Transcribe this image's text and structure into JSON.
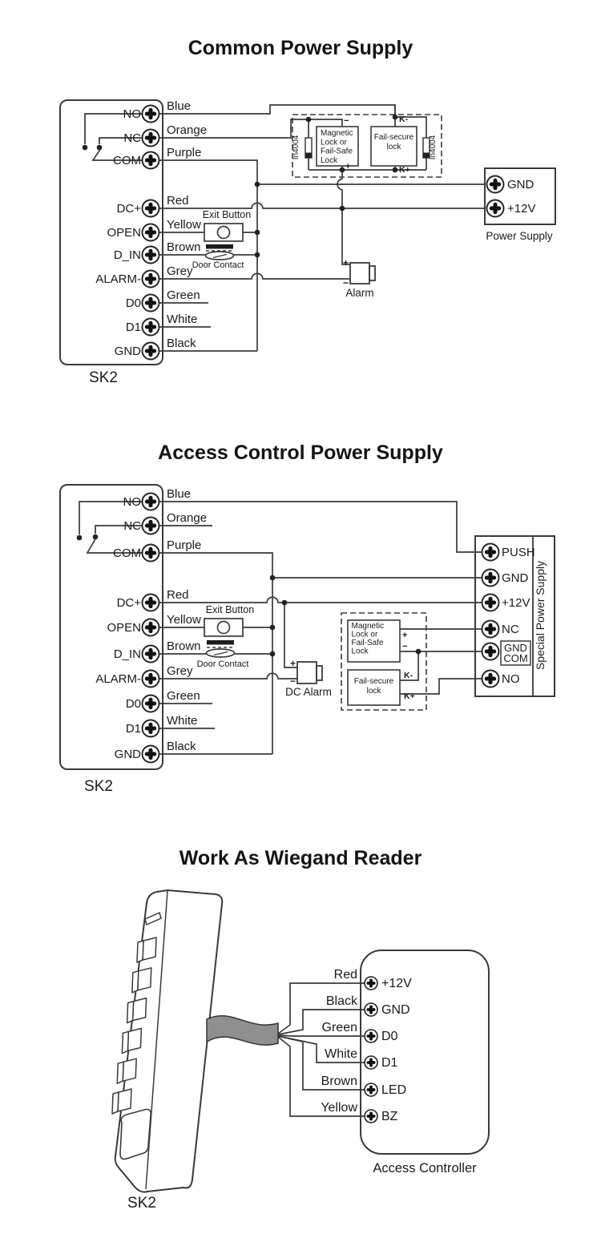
{
  "colors": {
    "line": "#3a3a3a",
    "text": "#1a1a1a",
    "dot": "#222222",
    "cable": "#8f8f8f"
  },
  "sections": {
    "s1": {
      "title": "Common Power Supply",
      "device": "SK2",
      "terminals": [
        {
          "pin": "NO",
          "wire": "Blue"
        },
        {
          "pin": "NC",
          "wire": "Orange"
        },
        {
          "pin": "COM",
          "wire": "Purple"
        },
        {
          "pin": "DC+",
          "wire": "Red"
        },
        {
          "pin": "OPEN",
          "wire": "Yellow"
        },
        {
          "pin": "D_IN",
          "wire": "Brown"
        },
        {
          "pin": "ALARM-",
          "wire": "Grey"
        },
        {
          "pin": "D0",
          "wire": "Green"
        },
        {
          "pin": "D1",
          "wire": "White"
        },
        {
          "pin": "GND",
          "wire": "Black"
        }
      ],
      "exit_button": "Exit Button",
      "door_contact": "Door Contact",
      "magnetic_lock": [
        "Magnetic",
        "Lock or",
        "Fail-Safe",
        "Lock"
      ],
      "fail_secure": [
        "Fail-secure",
        "lock"
      ],
      "diode": "In4004",
      "marks": {
        "minus": "−",
        "plus": "+",
        "k_minus": "K-",
        "k_plus": "K+"
      },
      "alarm": {
        "label": "Alarm",
        "plus": "+",
        "minus": "−"
      },
      "power_supply": {
        "label": "Power Supply",
        "pins": [
          "GND",
          "+12V"
        ]
      }
    },
    "s2": {
      "title": "Access Control Power Supply",
      "device": "SK2",
      "terminals": [
        {
          "pin": "NO",
          "wire": "Blue"
        },
        {
          "pin": "NC",
          "wire": "Orange"
        },
        {
          "pin": "COM",
          "wire": "Purple"
        },
        {
          "pin": "DC+",
          "wire": "Red"
        },
        {
          "pin": "OPEN",
          "wire": "Yellow"
        },
        {
          "pin": "D_IN",
          "wire": "Brown"
        },
        {
          "pin": "ALARM-",
          "wire": "Grey"
        },
        {
          "pin": "D0",
          "wire": "Green"
        },
        {
          "pin": "D1",
          "wire": "White"
        },
        {
          "pin": "GND",
          "wire": "Black"
        }
      ],
      "exit_button": "Exit Button",
      "door_contact": "Door Contact",
      "magnetic_lock": [
        "Magnetic",
        "Lock or",
        "Fail-Safe",
        "Lock"
      ],
      "fail_secure": [
        "Fail-secure",
        "lock"
      ],
      "marks": {
        "plus": "+",
        "minus": "−",
        "k_minus": "K-",
        "k_plus": "K+"
      },
      "dc_alarm": {
        "label": "DC Alarm",
        "plus": "+",
        "minus": "−"
      },
      "special_supply": {
        "label": "Special Power Supply",
        "pins": [
          "PUSH",
          "GND",
          "+12V",
          "NC",
          "NO"
        ],
        "gnd_com": [
          "GND",
          "COM"
        ]
      }
    },
    "s3": {
      "title": "Work As Wiegand Reader",
      "device": "SK2",
      "controller": {
        "label": "Access Controller",
        "terminals": [
          {
            "wire": "Red",
            "pin": "+12V"
          },
          {
            "wire": "Black",
            "pin": "GND"
          },
          {
            "wire": "Green",
            "pin": "D0"
          },
          {
            "wire": "White",
            "pin": "D1"
          },
          {
            "wire": "Brown",
            "pin": "LED"
          },
          {
            "wire": "Yellow",
            "pin": "BZ"
          }
        ]
      }
    }
  }
}
